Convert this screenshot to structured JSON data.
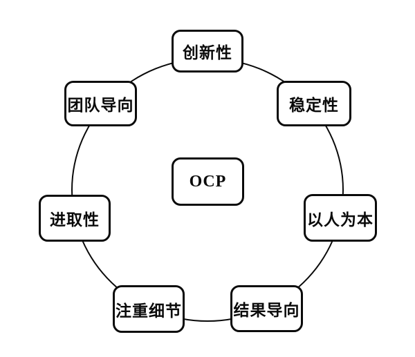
{
  "diagram": {
    "title": "OCP organizational culture profile diagram",
    "center": {
      "label": "OCP"
    },
    "nodes": [
      {
        "label": "创新性",
        "position": "top"
      },
      {
        "label": "稳定性",
        "position": "top-right"
      },
      {
        "label": "以人为本",
        "position": "right"
      },
      {
        "label": "结果导向",
        "position": "bottom-right"
      },
      {
        "label": "注重细节",
        "position": "bottom-left"
      },
      {
        "label": "进取性",
        "position": "left"
      },
      {
        "label": "团队导向",
        "position": "top-left"
      }
    ],
    "colors": {
      "stroke": "#0a0a0a",
      "node_fill": "#ffffff",
      "background": "#ffffff"
    }
  }
}
